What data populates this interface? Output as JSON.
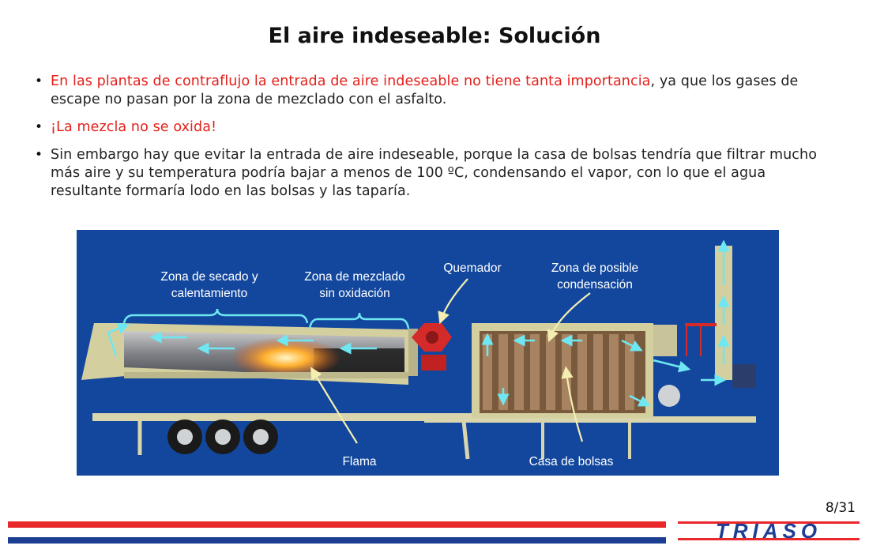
{
  "slide": {
    "title": "El aire indeseable: Solución",
    "page_number": "8/31"
  },
  "bullets": [
    {
      "red_text": "En las plantas de contraflujo la entrada de aire indeseable no tiene tanta importancia",
      "text": ", ya que los gases de escape no pasan por la zona de mezclado con el asfalto."
    },
    {
      "red_text": "¡La mezcla no se oxida!",
      "text": ""
    },
    {
      "red_text": "",
      "text": "Sin embargo hay que evitar la entrada de aire indeseable, porque la casa de bolsas tendría que filtrar mucho más aire y su temperatura podría bajar a menos de 100 ºC, condensando el vapor, con lo que el agua resultante formaría lodo en las bolsas y las taparía."
    }
  ],
  "figure": {
    "labels": {
      "drying_zone_1": "Zona de secado y",
      "drying_zone_2": "calentamiento",
      "mixing_zone_1": "Zona de mezclado",
      "mixing_zone_2": "sin oxidación",
      "burner": "Quemador",
      "condensation_1": "Zona de posible",
      "condensation_2": "condensación",
      "flame": "Flama",
      "baghouse": "Casa de bolsas"
    }
  },
  "logo": {
    "text": "TRIASO"
  },
  "colors": {
    "bullet_red": "#e3201b",
    "figure_bg": "#12479d",
    "stripe_red": "#e8282b",
    "stripe_blue": "#1d3f93",
    "arrow_cyan": "#6fe7f2"
  }
}
